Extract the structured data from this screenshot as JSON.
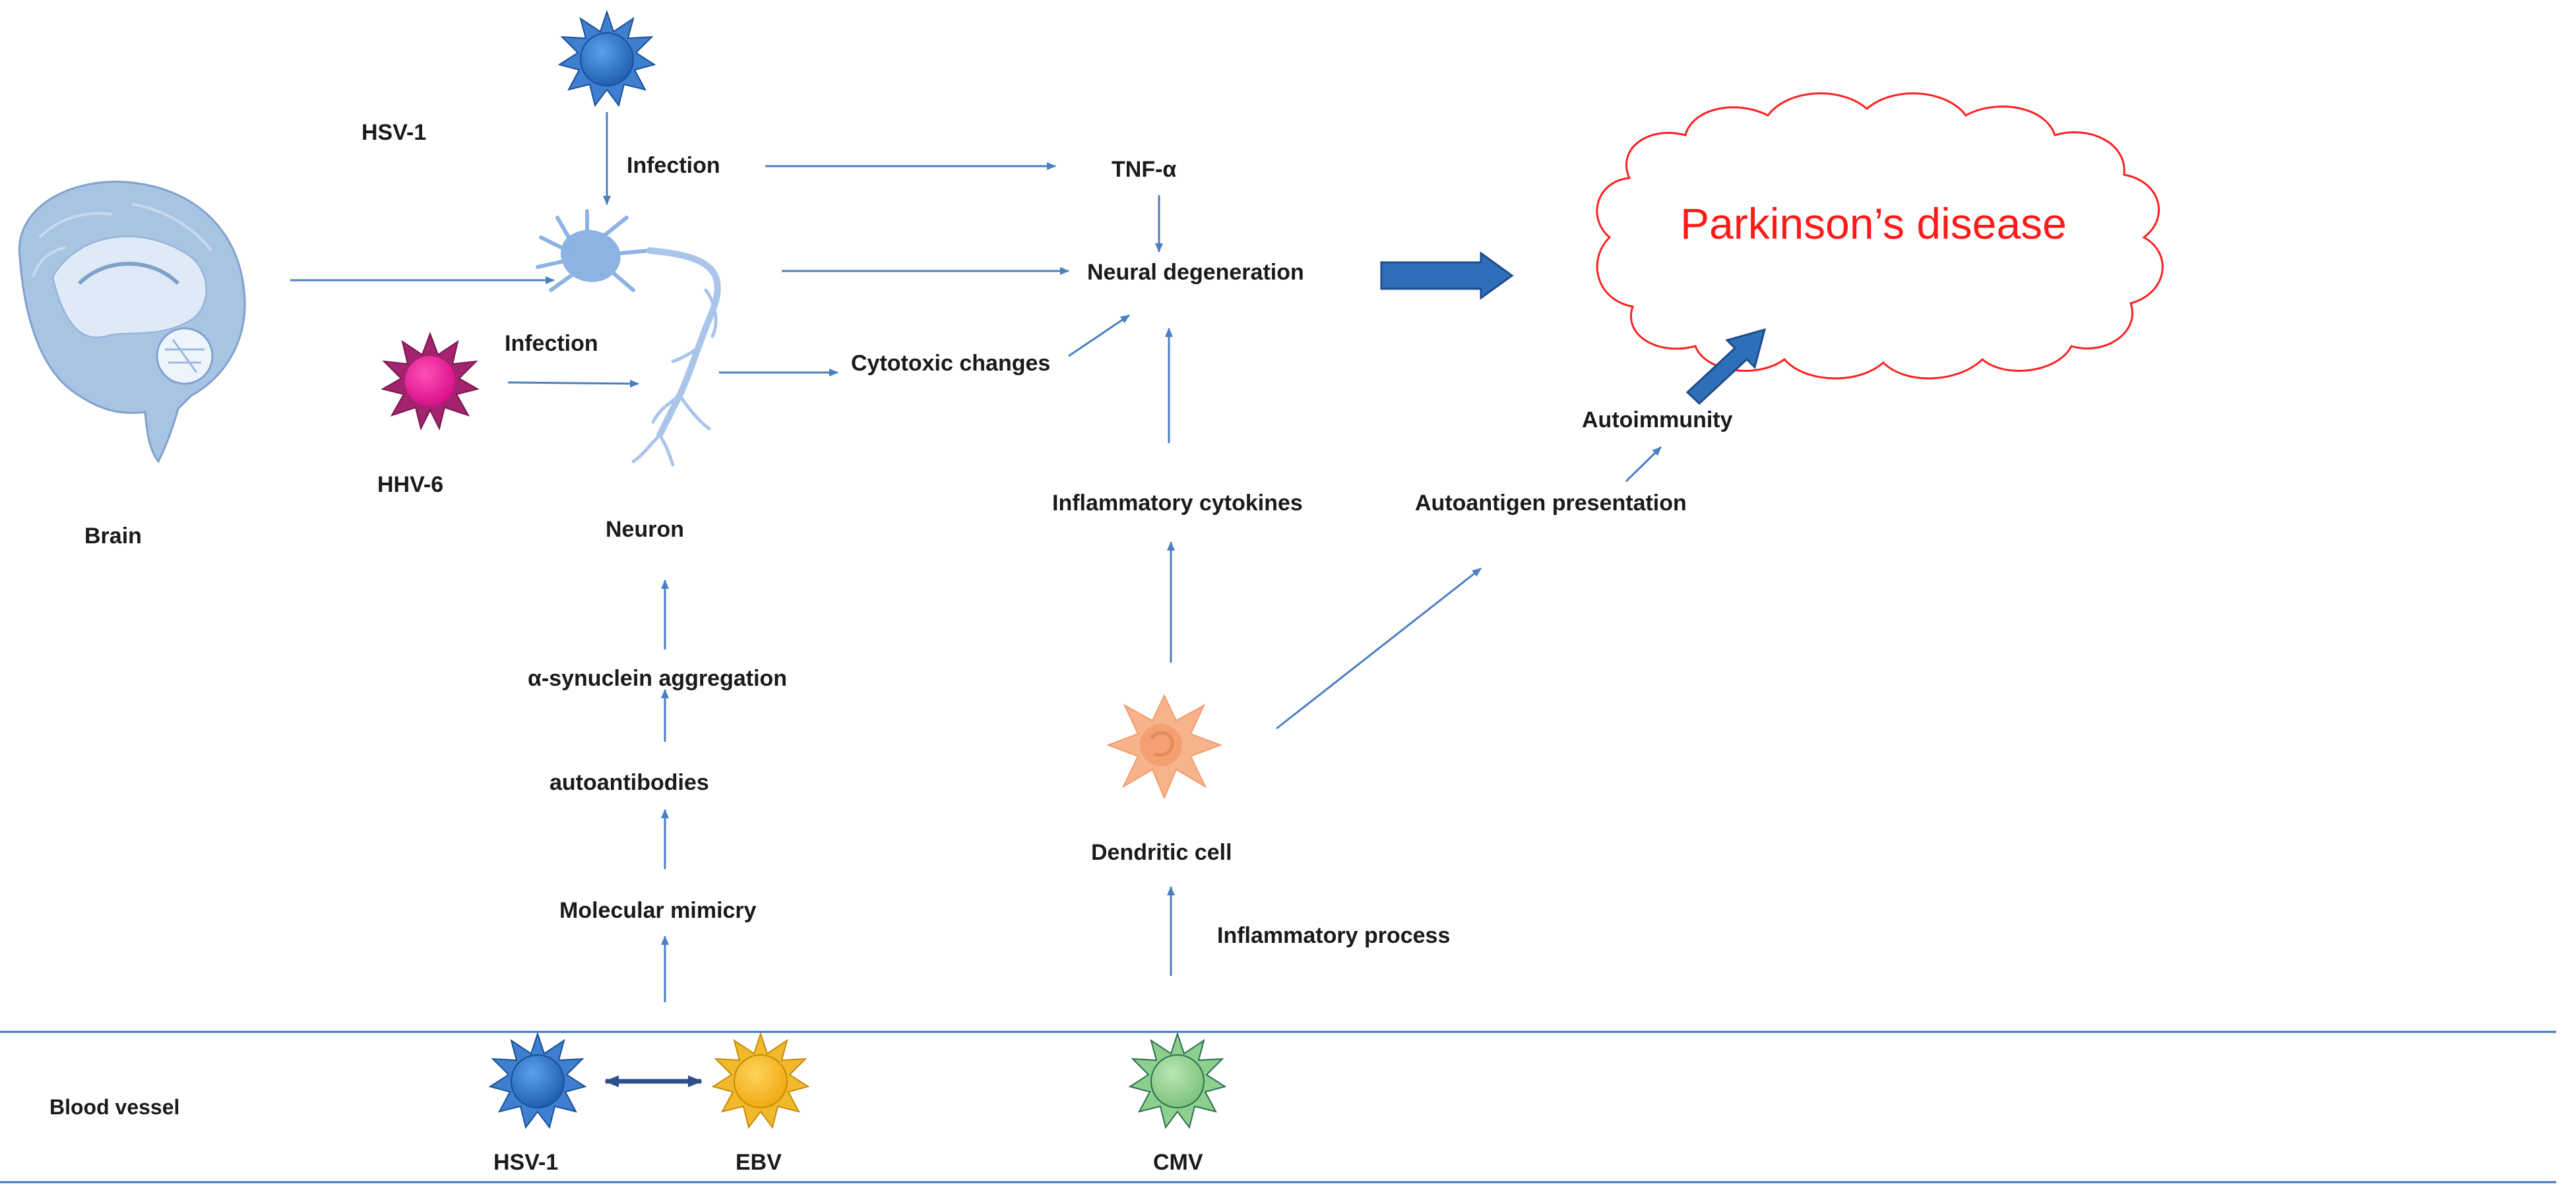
{
  "labels": {
    "brain": "Brain",
    "hsv1_top": "HSV-1",
    "infection_top": "Infection",
    "tnf": "TNF-α",
    "neural_degeneration": "Neural degeneration",
    "infection_mid": "Infection",
    "hhv6": "HHV-6",
    "cytotoxic_changes": "Cytotoxic changes",
    "neuron": "Neuron",
    "inflammatory_cytokines": "Inflammatory cytokines",
    "autoantigen_presentation": "Autoantigen presentation",
    "autoimmunity": "Autoimmunity",
    "alpha_synuclein": "α-synuclein aggregation",
    "autoantibodies": "autoantibodies",
    "dendritic_cell": "Dendritic cell",
    "molecular_mimicry": "Molecular mimicry",
    "inflammatory_process": "Inflammatory process",
    "blood_vessel": "Blood vessel",
    "hsv1_bottom": "HSV-1",
    "ebv": "EBV",
    "cmv": "CMV",
    "parkinsons": "Parkinson’s disease"
  },
  "colors": {
    "arrow": "#4a7fc1",
    "block_arrow": "#2e6fba",
    "hsv1_virus": "#2d6fc4",
    "hhv6_virus": "#e0168f",
    "ebv_virus": "#f6b41a",
    "cmv_virus": "#8fce8f",
    "neuron": "#8db3e2",
    "dendritic_cell": "#f7b48c",
    "brain": "#8fb3da",
    "disease_text": "#ff1a1a",
    "cloud_stroke": "#ff2020"
  }
}
